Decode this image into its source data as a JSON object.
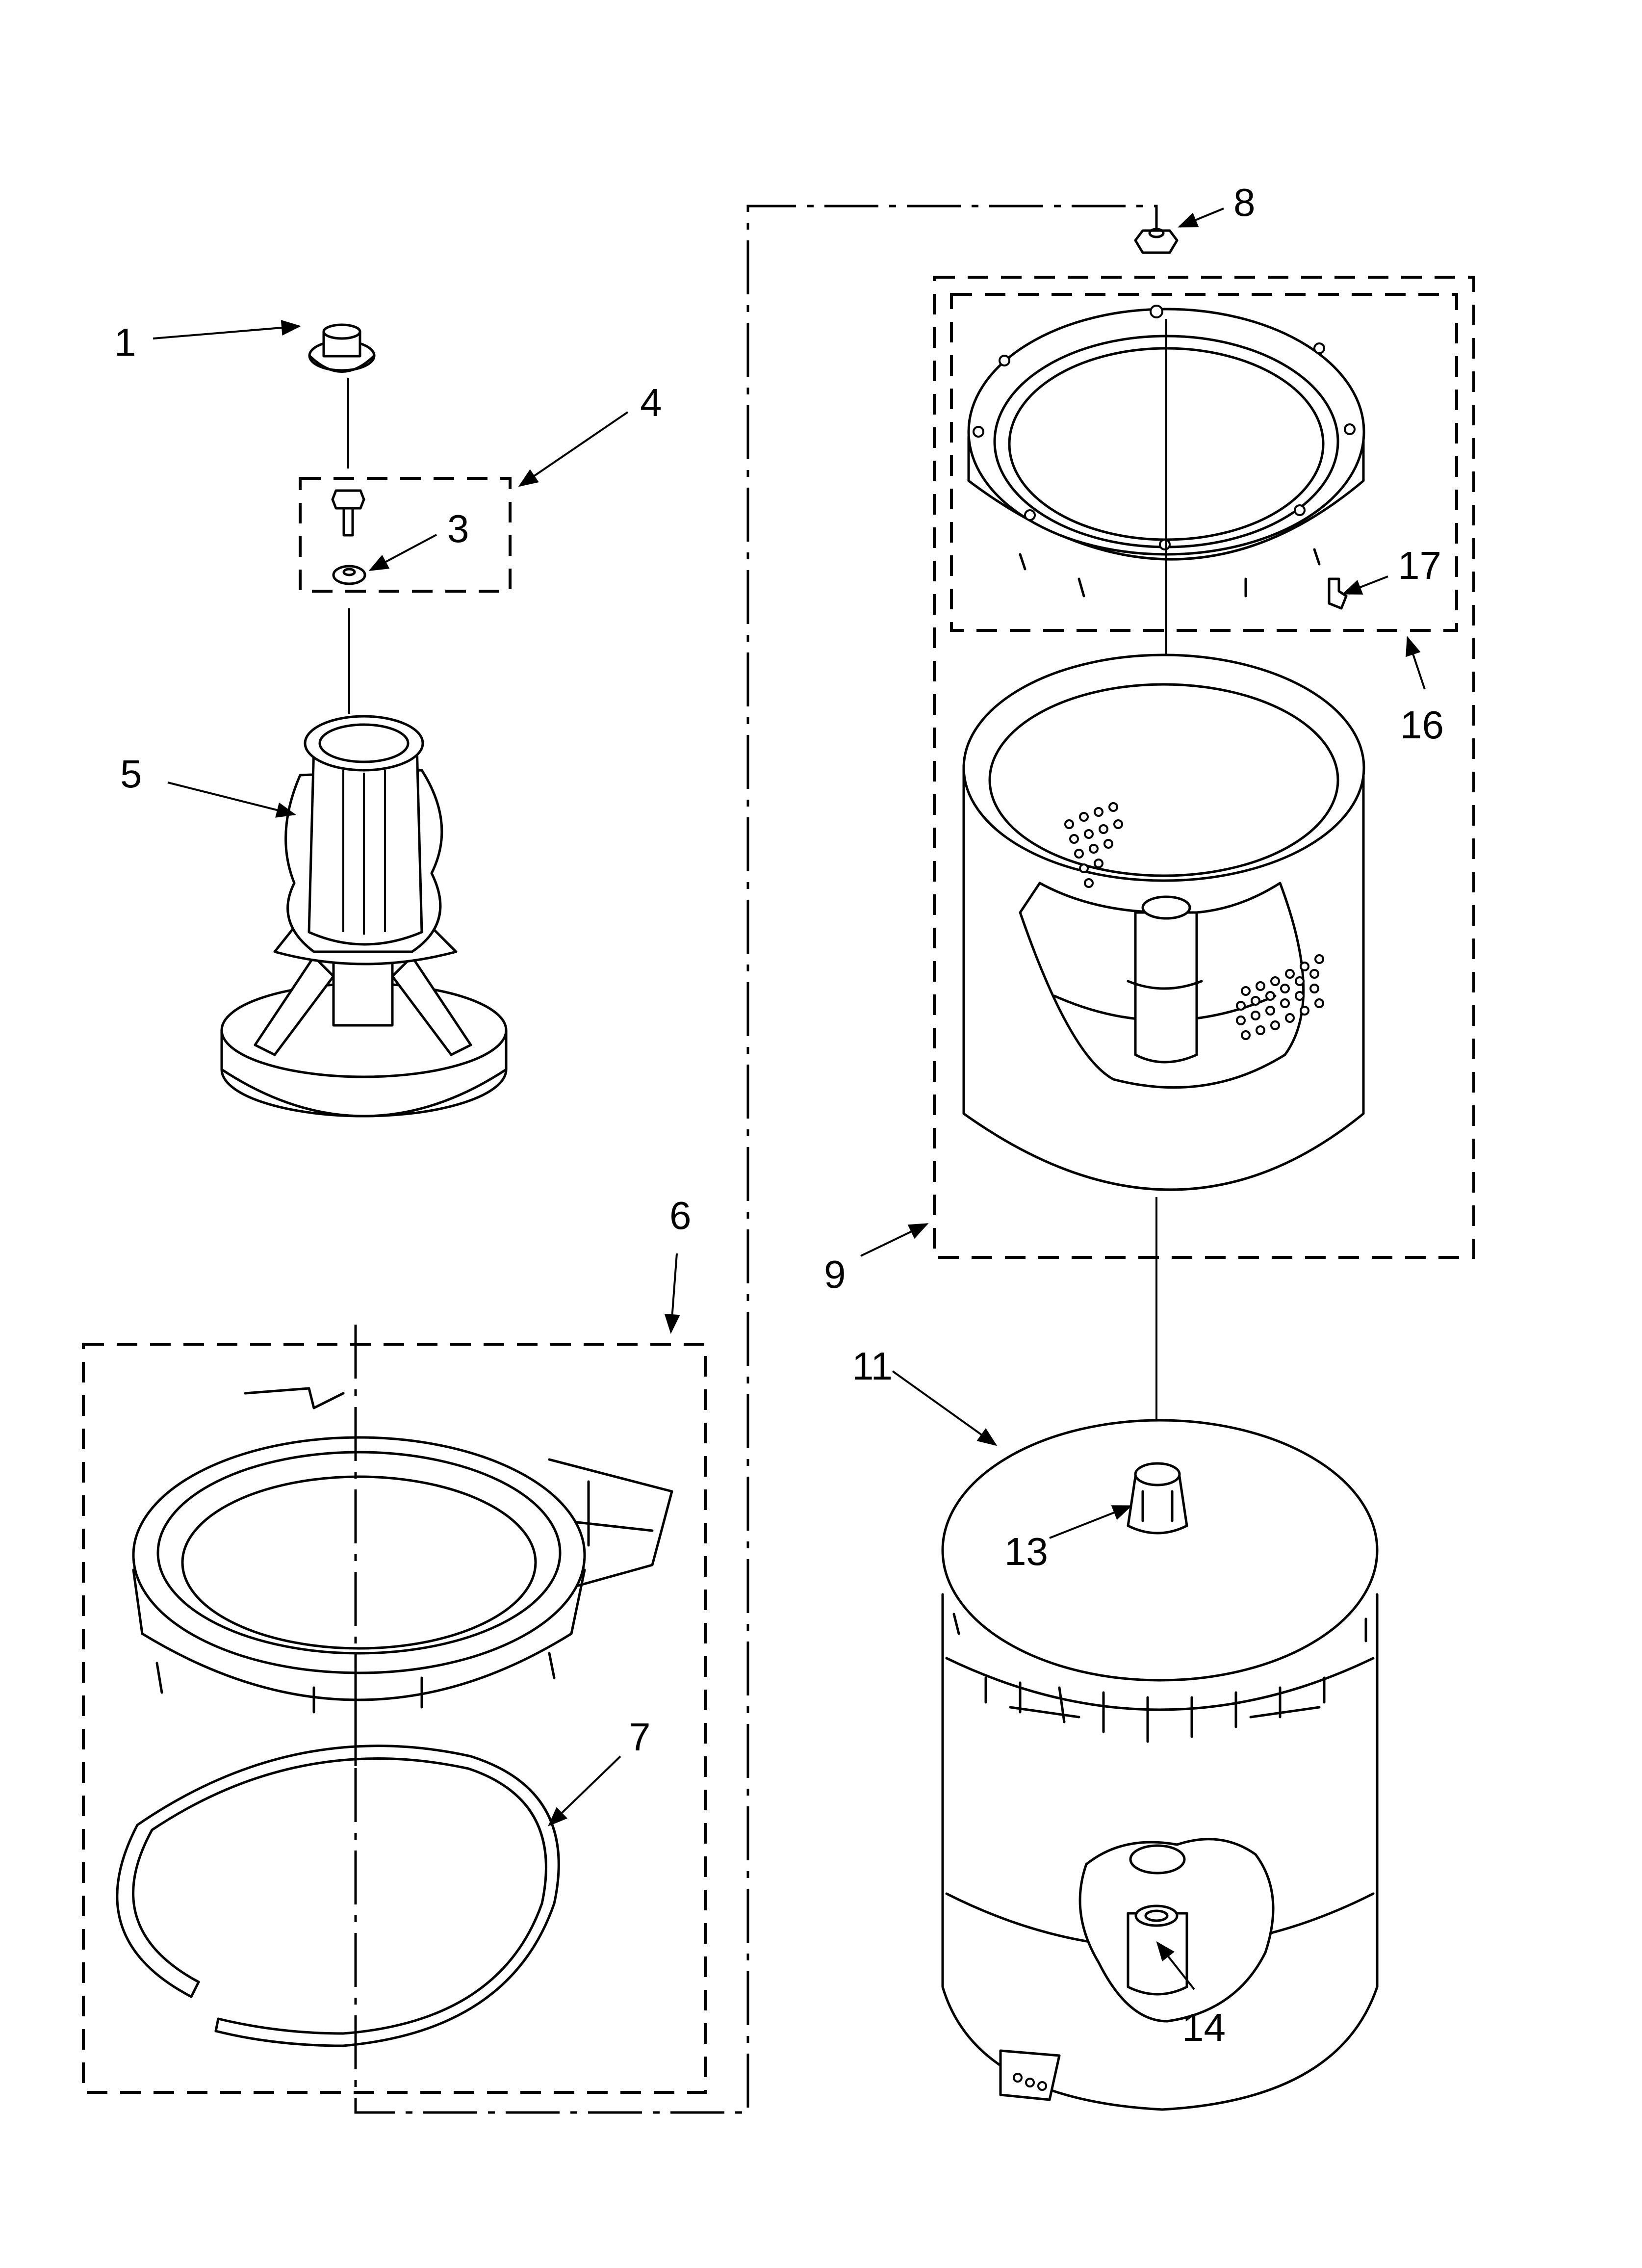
{
  "labels": {
    "p1": "1",
    "p3": "3",
    "p4": "4",
    "p5": "5",
    "p6": "6",
    "p7": "7",
    "p8": "8",
    "p9": "9",
    "p11": "11",
    "p13": "13",
    "p14": "14",
    "p16": "16",
    "p17": "17"
  },
  "colors": {
    "ink": "#000000",
    "paper": "#ffffff"
  }
}
